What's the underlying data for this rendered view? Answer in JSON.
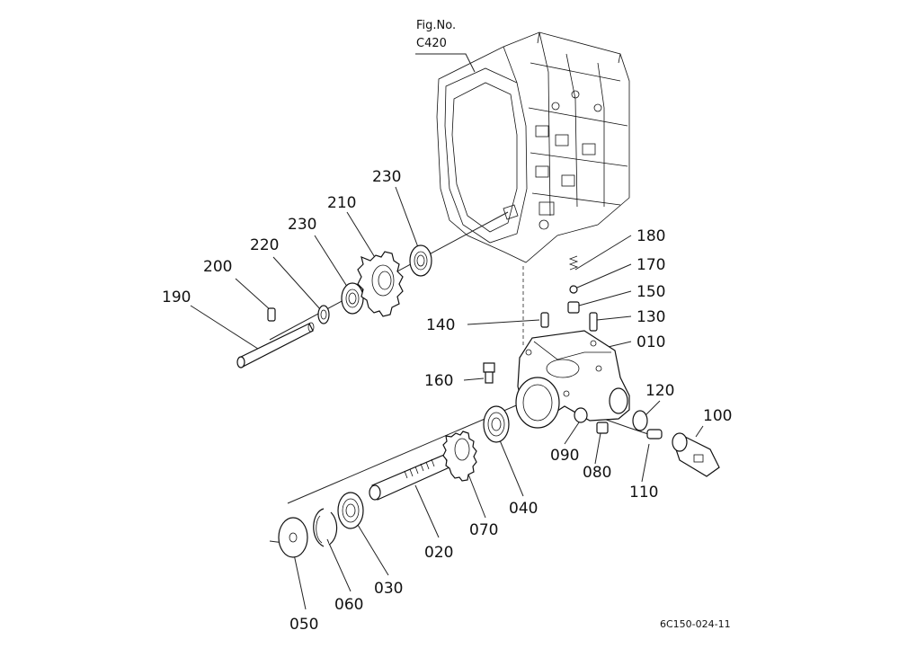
{
  "figure_ref": {
    "label": "Fig.No.",
    "number": "C420"
  },
  "drawing_code": "6C150-024-11",
  "parts": {
    "p010": "010",
    "p020": "020",
    "p030": "030",
    "p040": "040",
    "p050": "050",
    "p060": "060",
    "p070": "070",
    "p080": "080",
    "p090": "090",
    "p100": "100",
    "p110": "110",
    "p120": "120",
    "p130": "130",
    "p140": "140",
    "p150": "150",
    "p160": "160",
    "p170": "170",
    "p180": "180",
    "p190": "190",
    "p200": "200",
    "p210": "210",
    "p220": "220",
    "p230a": "230",
    "p230b": "230"
  }
}
